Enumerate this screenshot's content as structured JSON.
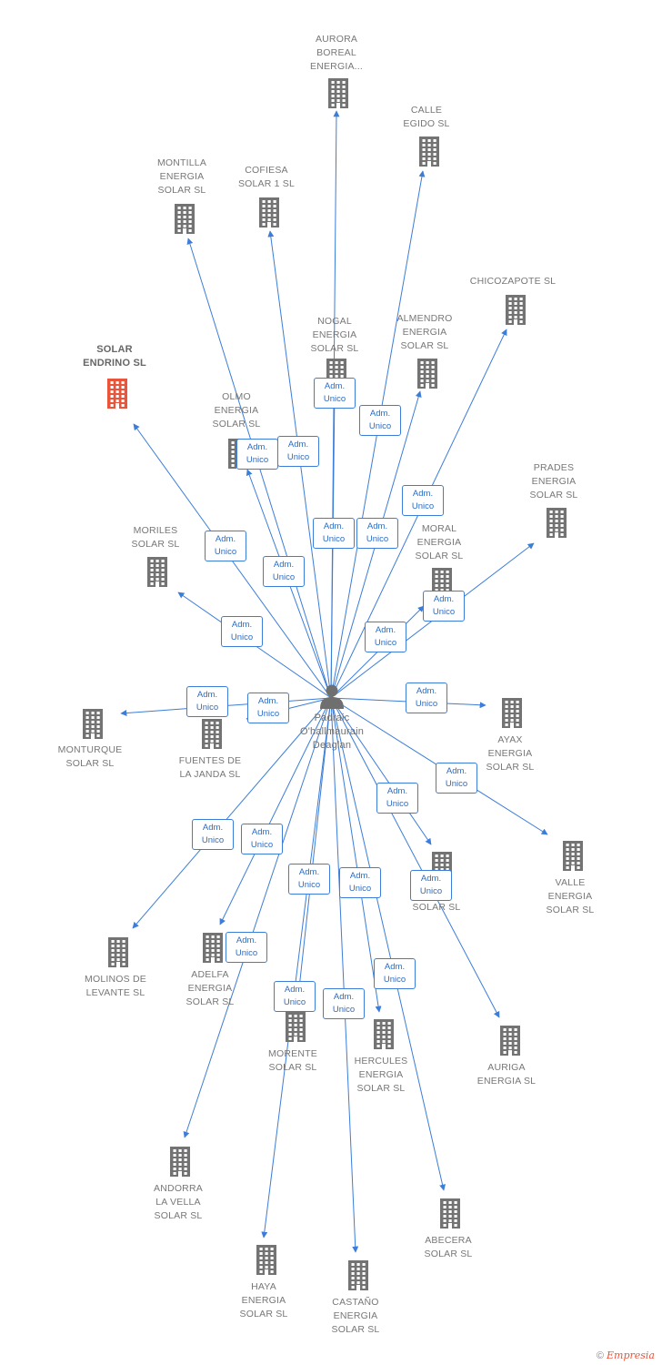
{
  "center": {
    "name": "Padraic\nO'hallmaurain\nDeaglan",
    "icon": "person-icon"
  },
  "edge_label": {
    "line1": "Adm.",
    "line2": "Unico"
  },
  "nodes": [
    {
      "id": "aurora",
      "name": "AURORA\nBOREAL\nENERGIA..."
    },
    {
      "id": "calle",
      "name": "CALLE\nEGIDO SL"
    },
    {
      "id": "montilla",
      "name": "MONTILLA\nENERGIA\nSOLAR SL"
    },
    {
      "id": "cofiesa",
      "name": "COFIESA\nSOLAR 1 SL"
    },
    {
      "id": "chicozapote",
      "name": "CHICOZAPOTE SL"
    },
    {
      "id": "nogal",
      "name": "NOGAL\nENERGIA\nSOLAR SL"
    },
    {
      "id": "almendro",
      "name": "ALMENDRO\nENERGIA\nSOLAR SL"
    },
    {
      "id": "solar_endrino",
      "name": "SOLAR\nENDRINO SL",
      "highlight": true
    },
    {
      "id": "olmo",
      "name": "OLMO\nENERGIA\nSOLAR SL"
    },
    {
      "id": "prades",
      "name": "PRADES\nENERGIA\nSOLAR SL"
    },
    {
      "id": "moriles",
      "name": "MORILES\nSOLAR SL"
    },
    {
      "id": "moral",
      "name": "MORAL\nENERGIA\nSOLAR SL"
    },
    {
      "id": "monturque",
      "name": "MONTURQUE\nSOLAR SL"
    },
    {
      "id": "fuentes",
      "name": "FUENTES DE\nLA JANDA SL"
    },
    {
      "id": "ayax",
      "name": "AYAX\nENERGIA\nSOLAR SL"
    },
    {
      "id": "valle",
      "name": "VALLE\nENERGIA\nSOLAR SL"
    },
    {
      "id": "enebro",
      "name": "...RO\nSOLAR SL"
    },
    {
      "id": "molinos",
      "name": "MOLINOS DE\nLEVANTE SL"
    },
    {
      "id": "adelfa",
      "name": "ADELFA\nENERGIA\nSOLAR SL"
    },
    {
      "id": "morente",
      "name": "MORENTE\nSOLAR SL"
    },
    {
      "id": "hercules",
      "name": "HERCULES\nENERGIA\nSOLAR SL"
    },
    {
      "id": "auriga",
      "name": "AURIGA\nENERGIA SL"
    },
    {
      "id": "andorra",
      "name": "ANDORRA\nLA VELLA\nSOLAR SL"
    },
    {
      "id": "abecera",
      "name": "ABECERA\nSOLAR SL"
    },
    {
      "id": "haya",
      "name": "HAYA\nENERGIA\nSOLAR SL"
    },
    {
      "id": "castano",
      "name": "CASTAÑO\nENERGIA\nSOLAR SL"
    }
  ],
  "colors": {
    "edge": "#3b7dd8",
    "building": "#737373",
    "highlight": "#e8553a"
  },
  "footer": {
    "copyright": "©",
    "brand": "Empresia"
  }
}
